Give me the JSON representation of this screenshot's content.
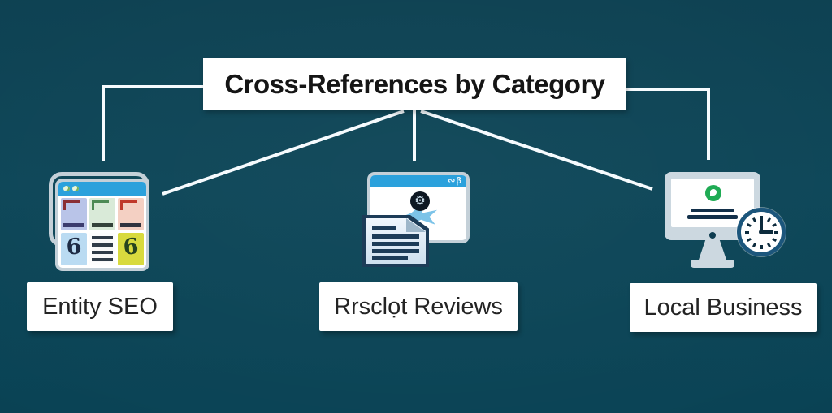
{
  "diagram": {
    "title": "Cross-References by Category",
    "categories": [
      {
        "label": "Entity SEO",
        "icon": "browser-grid-icon"
      },
      {
        "label": "Rrsclọt Reviews",
        "icon": "review-document-icon"
      },
      {
        "label": "Local Business",
        "icon": "monitor-clock-icon"
      }
    ]
  },
  "icon_glyphs": {
    "gear": "⚙",
    "titlebar_marks": "∾β",
    "swirl": "6"
  },
  "colors": {
    "background_teal": "#0d4456",
    "connector_white": "#f6fbfe",
    "panel_white": "#ffffff",
    "text_black": "#151515",
    "titlebar_blue": "#2ba1dc",
    "icon_frame_gray": "#c4d0d8",
    "navy_dark": "#1d3c58",
    "green_badge": "#1fab54",
    "clock_ring_navy": "#1c567c"
  }
}
